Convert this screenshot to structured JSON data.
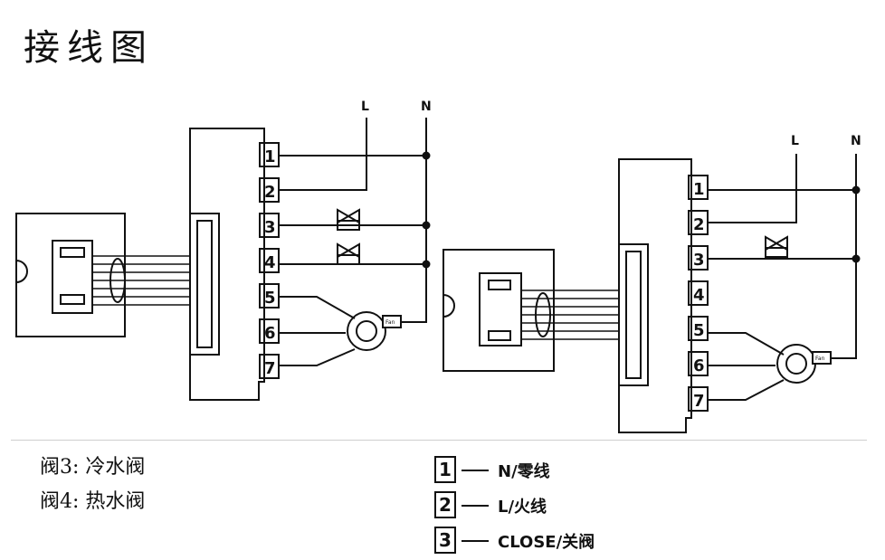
{
  "title": "接线图",
  "diagram_left": {
    "supply_labels": [
      "L",
      "N"
    ],
    "terminals": [
      "1",
      "2",
      "3",
      "4",
      "5",
      "6",
      "7"
    ],
    "fan_label": "Fan"
  },
  "diagram_right": {
    "supply_labels": [
      "L",
      "N"
    ],
    "terminals": [
      "1",
      "2",
      "3",
      "4",
      "5",
      "6",
      "7"
    ],
    "fan_label": "Fan"
  },
  "legend_valves": [
    "阀3:  冷水阀",
    "阀4:  热水阀"
  ],
  "legend_terminals": [
    {
      "num": "1",
      "text": "N/零线"
    },
    {
      "num": "2",
      "text": "L/火线"
    },
    {
      "num": "3",
      "text": "CLOSE/关阀"
    }
  ]
}
